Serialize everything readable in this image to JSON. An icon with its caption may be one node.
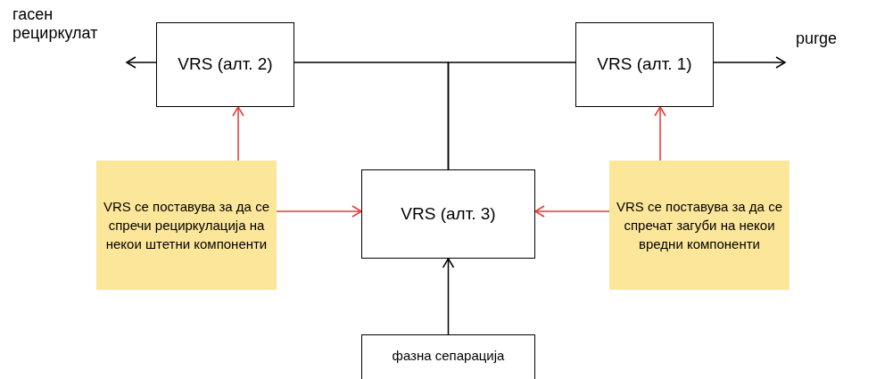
{
  "diagram": {
    "nodes": [
      {
        "text": [
          "гасен рециркулат"
        ]
      },
      {
        "text": [
          "VRS (алт. 2)"
        ]
      },
      {
        "text": [
          "VRS (алт. 1)"
        ]
      },
      {
        "text": [
          "purge"
        ]
      },
      {
        "text": [
          "VRS се поставува за да се спречи рециркулација на некои штетни компоненти"
        ]
      },
      {
        "text": [
          "VRS (алт. 3)"
        ]
      },
      {
        "text": [
          "VRS се поставува за да се спречат загуби на некои вредни компоненти"
        ]
      },
      {
        "text": [
          "фазна сепарација"
        ]
      }
    ],
    "edges": [
      {
        "from": 1,
        "to": 0,
        "arrow": "to"
      },
      {
        "from": 5,
        "to": 1,
        "arrow": "none"
      },
      {
        "from": 5,
        "to": 2,
        "arrow": "none"
      },
      {
        "from": 2,
        "to": 3,
        "arrow": "to"
      },
      {
        "from": 4,
        "to": 1,
        "arrow": "to",
        "color": "#e53935"
      },
      {
        "from": 4,
        "to": 5,
        "arrow": "to",
        "color": "#e53935"
      },
      {
        "from": 6,
        "to": 2,
        "arrow": "to",
        "color": "#e53935"
      },
      {
        "from": 6,
        "to": 5,
        "arrow": "to",
        "color": "#e53935"
      },
      {
        "from": 7,
        "to": 5,
        "arrow": "to"
      }
    ]
  }
}
